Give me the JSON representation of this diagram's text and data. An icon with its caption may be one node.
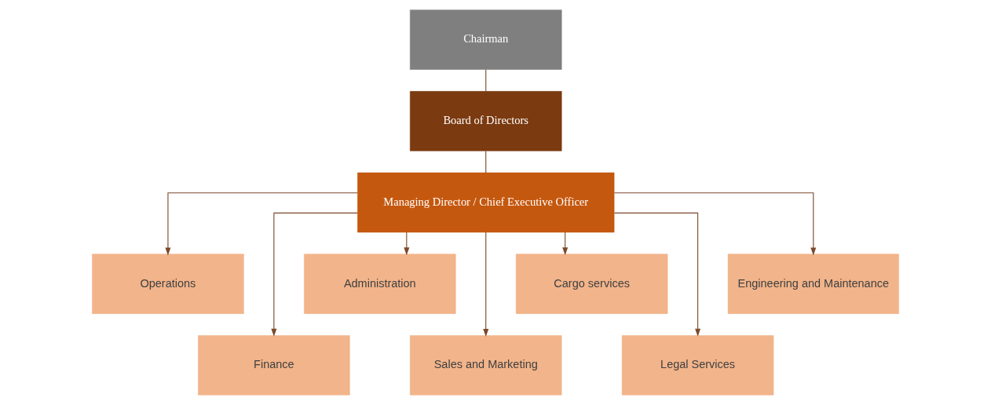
{
  "diagram": {
    "nodes": [
      {
        "text": [
          "Chairman"
        ]
      },
      {
        "text": [
          "Board of Directors"
        ]
      },
      {
        "text": [
          "Managing Director / Chief Executive Officer"
        ]
      },
      {
        "text": [
          "Operations"
        ]
      },
      {
        "text": [
          "Finance"
        ]
      },
      {
        "text": [
          "Administration"
        ]
      },
      {
        "text": [
          "Sales and Marketing"
        ]
      },
      {
        "text": [
          "Cargo services"
        ]
      },
      {
        "text": [
          "Legal Services"
        ]
      },
      {
        "text": [
          "Engineering and Maintenance"
        ]
      }
    ],
    "edges": [
      {
        "from": 0,
        "to": 1,
        "arrow": "none"
      },
      {
        "from": 1,
        "to": 2,
        "arrow": "none"
      },
      {
        "from": 2,
        "to": 3,
        "arrow": "to"
      },
      {
        "from": 2,
        "to": 4,
        "arrow": "to"
      },
      {
        "from": 2,
        "to": 5,
        "arrow": "to"
      },
      {
        "from": 2,
        "to": 6,
        "arrow": "to"
      },
      {
        "from": 2,
        "to": 7,
        "arrow": "to"
      },
      {
        "from": 2,
        "to": 8,
        "arrow": "to"
      },
      {
        "from": 2,
        "to": 9,
        "arrow": "to"
      }
    ]
  }
}
